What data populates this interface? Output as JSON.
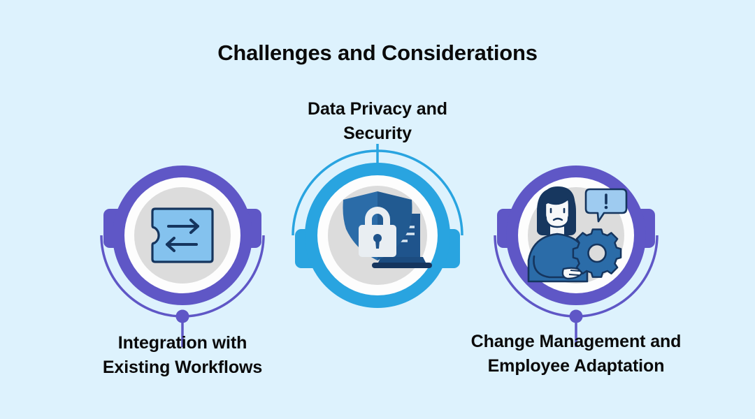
{
  "page": {
    "title": "Challenges and Considerations",
    "background_color": "#ddf2fd",
    "text_color": "#0a0a0a"
  },
  "theme": {
    "purple": "#5f57c6",
    "blue": "#29a4e0",
    "white_ring": "#fdfdfd",
    "inner_disc": "#dcdcdc",
    "icon_navy": "#15355e",
    "icon_blue": "#2b6ca8",
    "icon_light_blue": "#84c2ee",
    "icon_pale": "#e9eef2"
  },
  "nodes": [
    {
      "id": "integration",
      "label": "Integration with\nExisting Workflows",
      "label_position": "below",
      "accent_color": "#5f57c6",
      "icon": "puzzle-exchange-icon",
      "icon_description": "Puzzle piece square with two opposing arrows"
    },
    {
      "id": "privacy",
      "label": "Data Privacy and\nSecurity",
      "label_position": "above",
      "accent_color": "#29a4e0",
      "icon": "shield-lock-laptop-icon",
      "icon_description": "Shield with padlock in front of a laptop"
    },
    {
      "id": "change",
      "label": "Change Management and\nEmployee Adaptation",
      "label_position": "below",
      "accent_color": "#5f57c6",
      "icon": "person-gear-alert-icon",
      "icon_description": "Person with gear and exclamation speech bubble"
    }
  ]
}
